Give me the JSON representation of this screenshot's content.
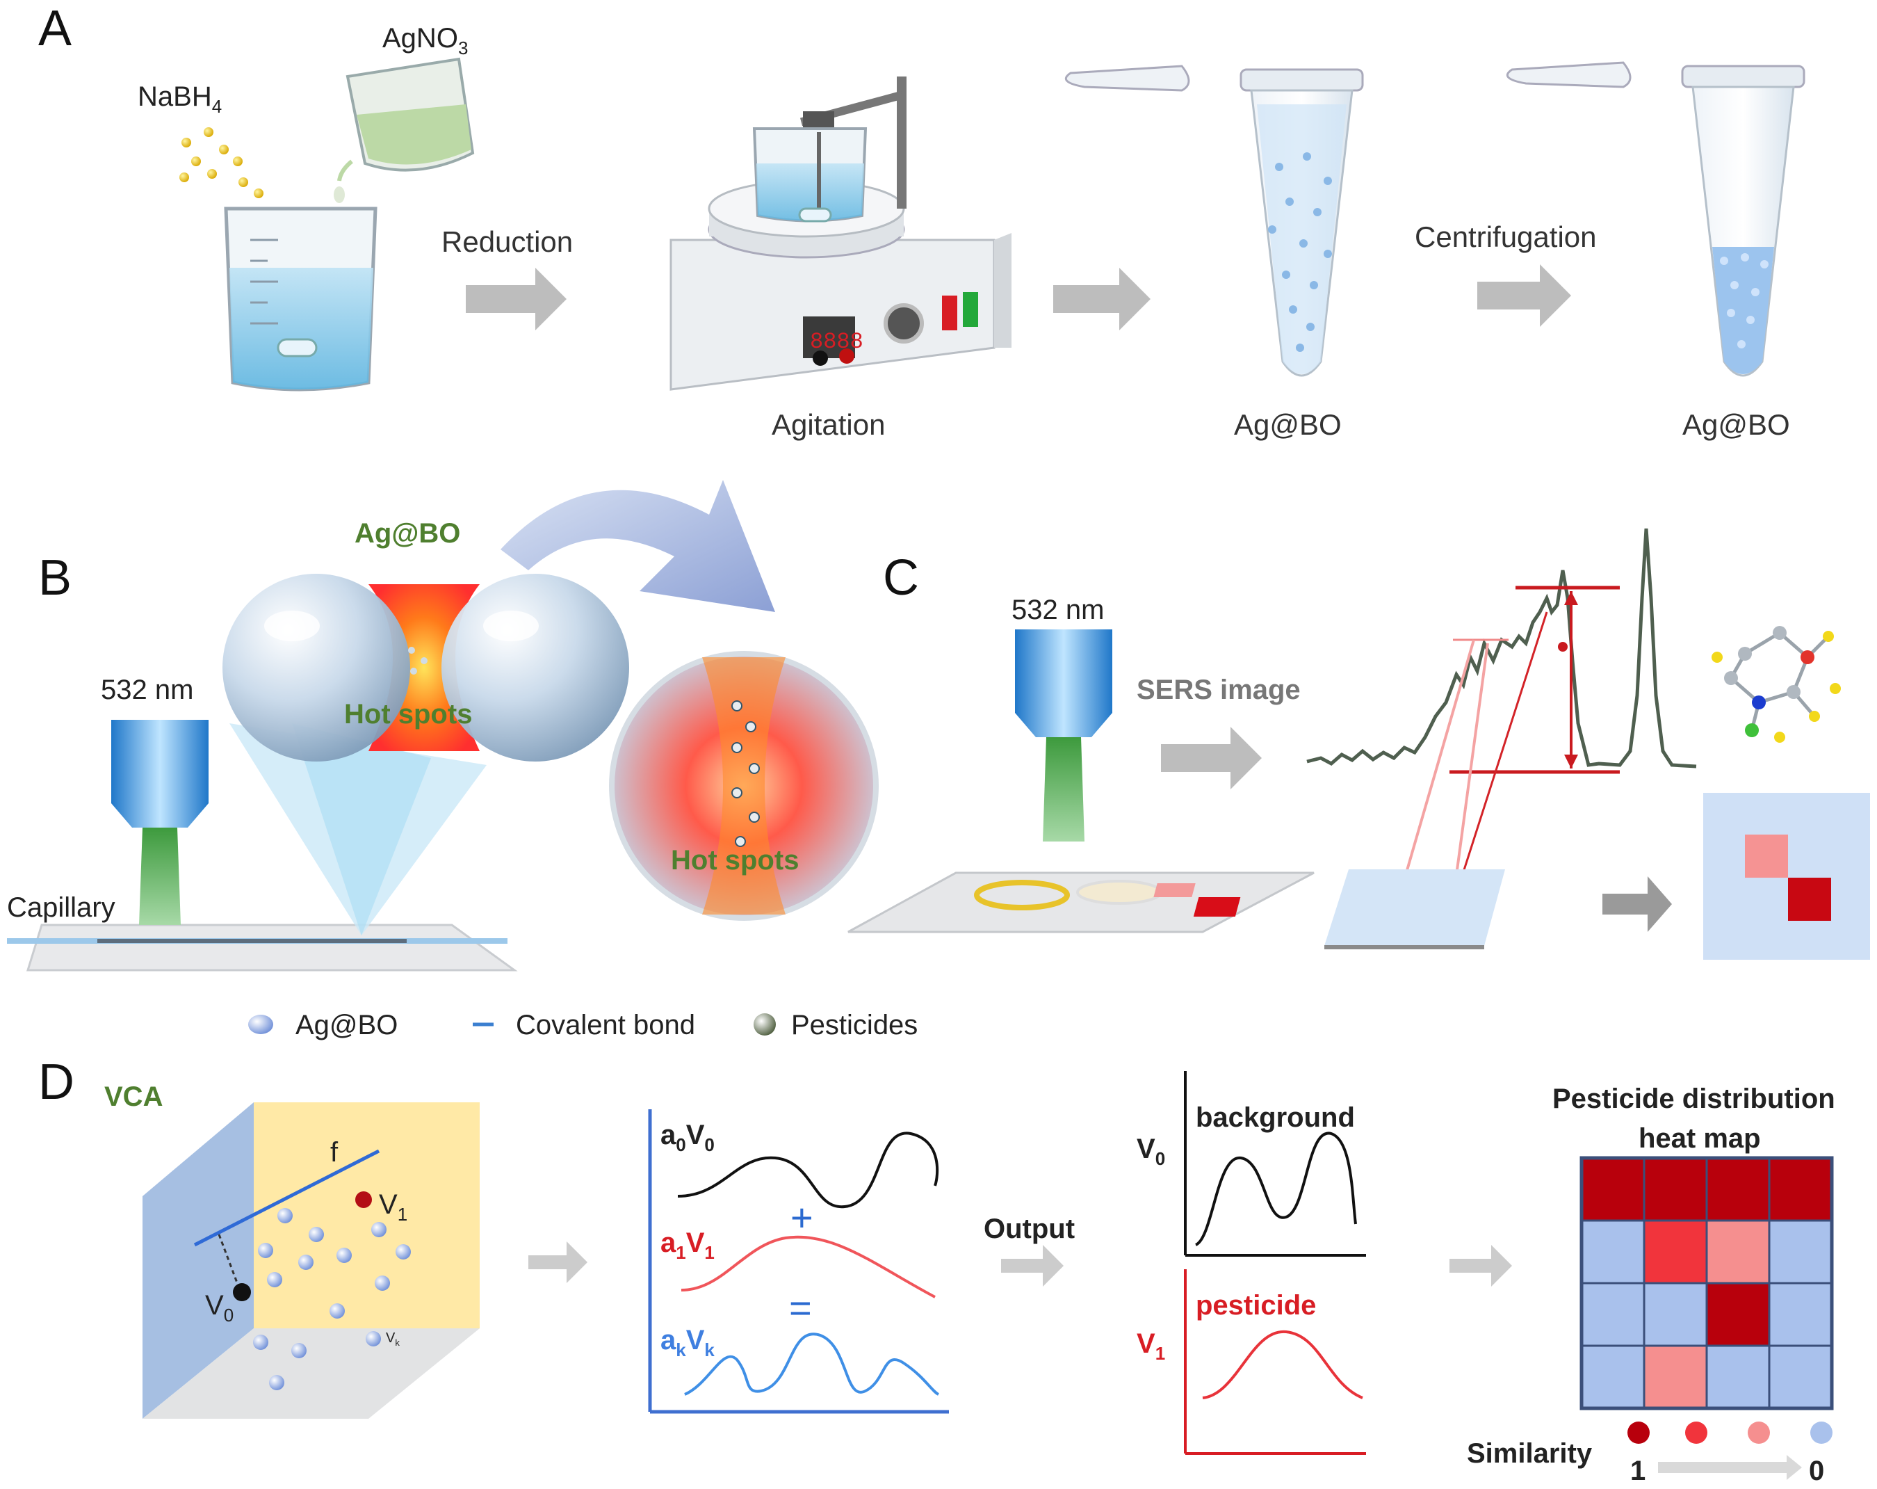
{
  "panels": {
    "a": "A",
    "b": "B",
    "c": "C",
    "d": "D"
  },
  "panel_a": {
    "reagent_1_base": "NaBH",
    "reagent_1_sub": "4",
    "reagent_2_base": "AgNO",
    "reagent_2_sub": "3",
    "step_reduction": "Reduction",
    "step_agitation": "Agitation",
    "step_centrifugation": "Centrifugation",
    "tube_1_label": "Ag@BO",
    "tube_2_label": "Ag@BO",
    "stirrer_display": "8888"
  },
  "panel_b": {
    "title": "Ag@BO",
    "laser": "532 nm",
    "capillary": "Capillary",
    "hotspots_1": "Hot spots",
    "hotspots_2": "Hot spots"
  },
  "panel_c": {
    "laser": "532 nm",
    "sers": "SERS image"
  },
  "legend": {
    "item_1": "Ag@BO",
    "item_2": "Covalent bond",
    "item_3": "Pesticides"
  },
  "panel_d": {
    "vca": "VCA",
    "f": "f",
    "v1_base": "V",
    "v1_sub": "1",
    "v0_base": "V",
    "v0_sub": "0",
    "vk_small": "V",
    "vk_small_sub": "k",
    "eq_a0": "a",
    "eq_a0_sub": "0",
    "eq_v0": "V",
    "eq_v0_sub": "0",
    "eq_a1": "a",
    "eq_a1_sub": "1",
    "eq_v1": "V",
    "eq_v1_sub": "1",
    "eq_ak": "a",
    "eq_ak_sub": "k",
    "eq_vk": "V",
    "eq_vk_sub": "k",
    "plus": "+",
    "equals": "=",
    "output": "Output",
    "background": "background",
    "pesticide": "pesticide",
    "out_v0_base": "V",
    "out_v0_sub": "0",
    "out_v1_base": "V",
    "out_v1_sub": "1",
    "heatmap_title_1": "Pesticide distribution",
    "heatmap_title_2": "heat map",
    "similarity": "Similarity",
    "scale_max": "1",
    "scale_min": "0"
  },
  "heatmap": {
    "values": [
      [
        1,
        1,
        1,
        1
      ],
      [
        0,
        0.7,
        0.4,
        0
      ],
      [
        0,
        0,
        1,
        0
      ],
      [
        0,
        0.4,
        0,
        0
      ]
    ]
  },
  "colors": {
    "deep_red": "#b8000c",
    "mid_red": "#f1343c",
    "light_red": "#f58f8f",
    "light_blue": "#a9c1ec",
    "hot_spot_green": "#4f7f2f"
  }
}
